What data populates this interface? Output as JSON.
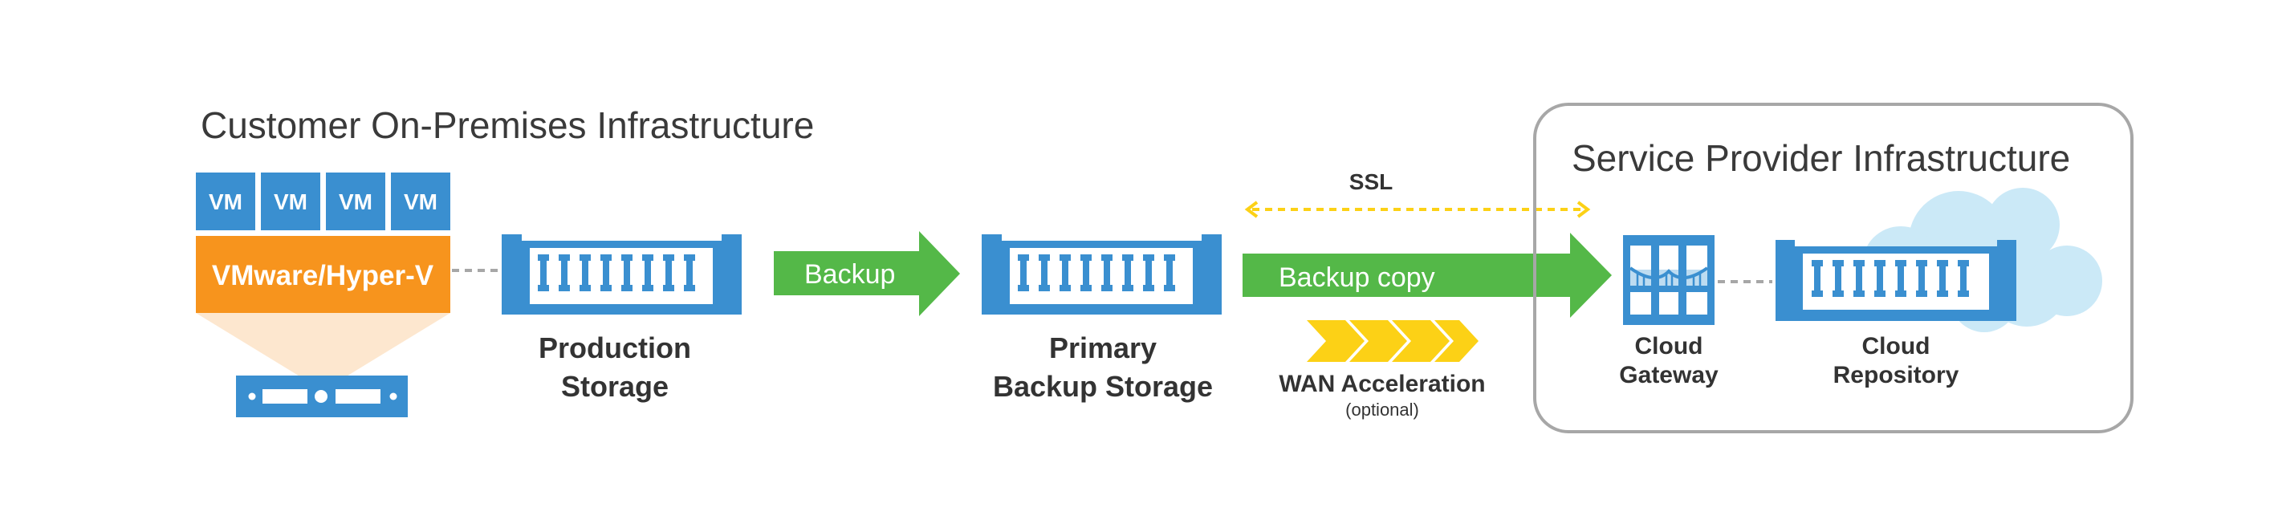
{
  "customer": {
    "title": "Customer On-Premises Infrastructure",
    "vms": [
      "VM",
      "VM",
      "VM",
      "VM"
    ],
    "hypervisor_label": "VMware/Hyper-V"
  },
  "production_storage": {
    "line1": "Production",
    "line2": "Storage"
  },
  "backup_arrow": {
    "label": "Backup"
  },
  "primary_backup_storage": {
    "line1": "Primary",
    "line2": "Backup Storage"
  },
  "backup_copy_arrow": {
    "label": "Backup copy"
  },
  "ssl": {
    "label": "SSL"
  },
  "wan": {
    "label": "WAN Acceleration",
    "note": "(optional)"
  },
  "provider": {
    "title": "Service Provider Infrastructure",
    "gateway": {
      "line1": "Cloud",
      "line2": "Gateway"
    },
    "repository": {
      "line1": "Cloud",
      "line2": "Repository"
    }
  },
  "colors": {
    "blue": "#3a8fd0",
    "green": "#54b848",
    "orange": "#f7941d",
    "yellow": "#fcd116",
    "cloud": "#cbe9f7",
    "frame": "#a7a7a7"
  }
}
